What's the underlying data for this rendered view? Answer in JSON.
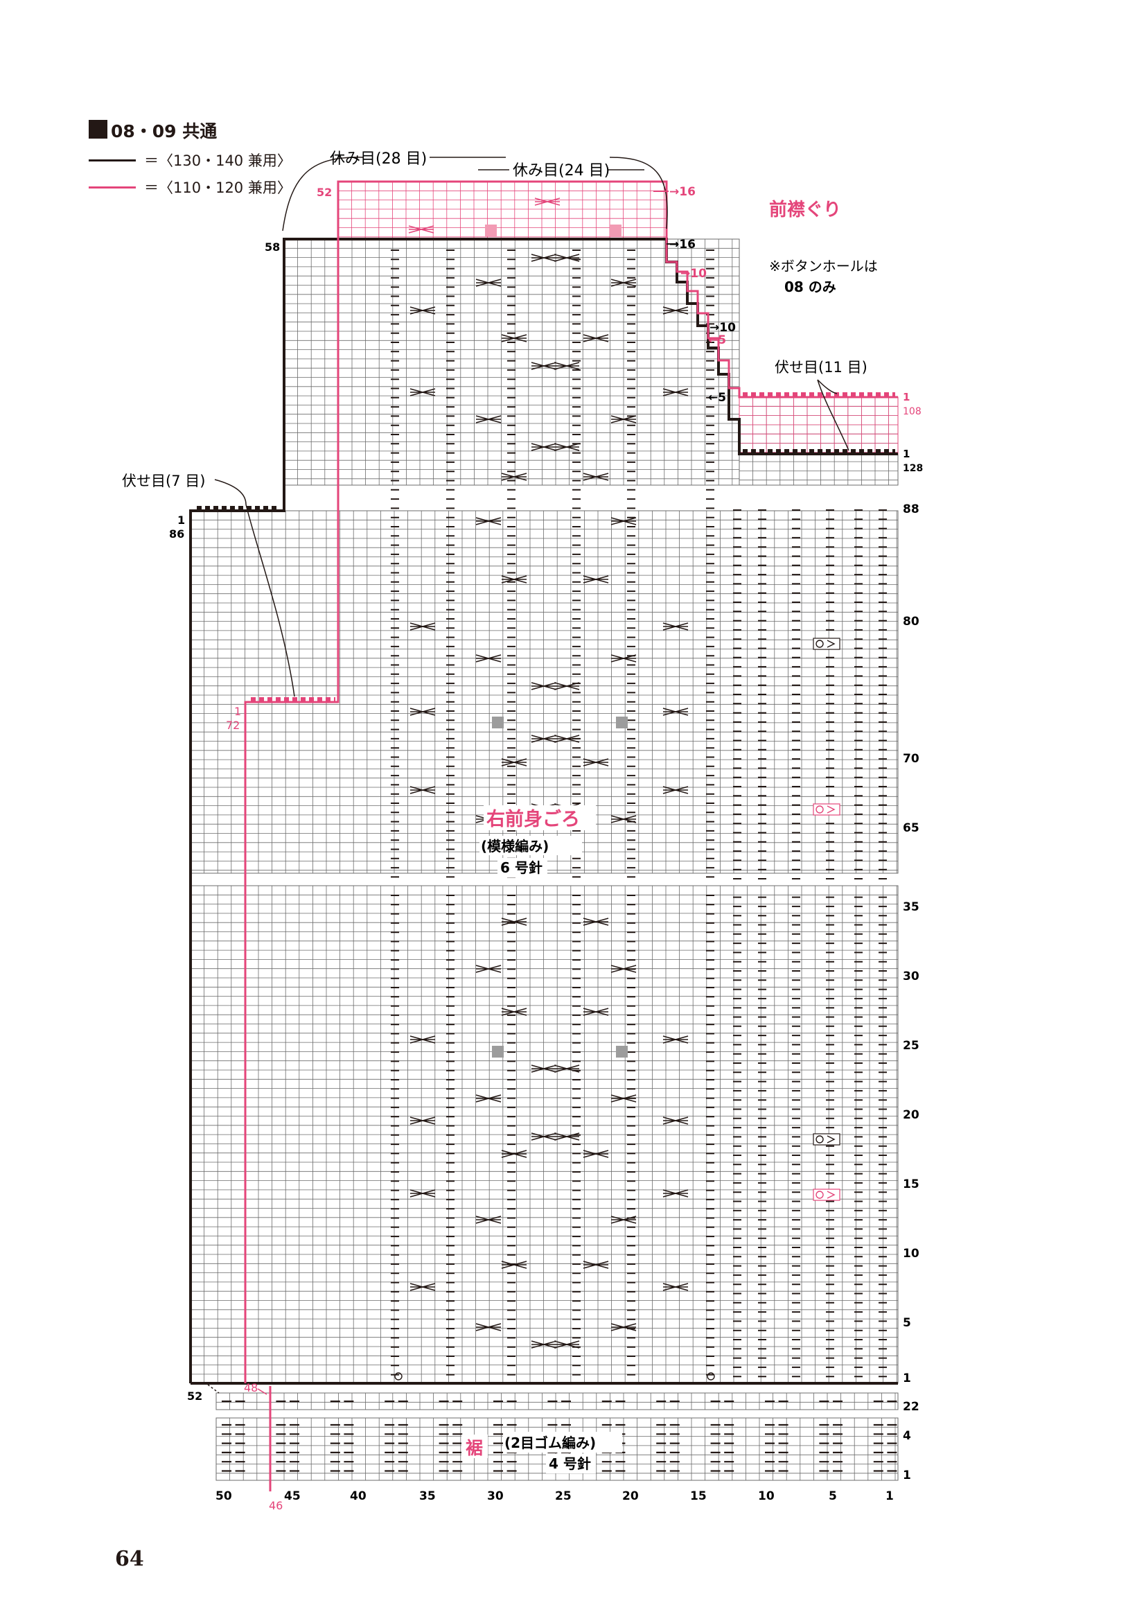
{
  "header": {
    "title": "08・09 共通",
    "legend": [
      {
        "text": "＝〈130・140 兼用〉",
        "color": "#231815"
      },
      {
        "text": "＝〈110・120 兼用〉",
        "color": "#e4457a"
      }
    ]
  },
  "colors": {
    "black": "#231815",
    "pink": "#e4457a",
    "grid": "#6b6b6b",
    "gray": "#9c9c9c",
    "pinkFill": "#f29bb4"
  },
  "labels": {
    "rest_28": "休み目(28 目)",
    "rest_24": "休み目(24 目)",
    "bind_11": "伏せ目(11 目)",
    "bind_7": "伏せ目(7 目)",
    "neckline": "前襟ぐり",
    "button_note_1": "※ボタンホールは",
    "button_note_2": "08 のみ",
    "piece_name": "右前身ごろ",
    "pattern": "(模様編み)",
    "needle_main": "6 号針",
    "hem": "裾",
    "rib": "(2目ゴム編み)",
    "needle_rib": "4 号針"
  },
  "chart_annotations": {
    "n52": "52",
    "n58": "58",
    "n16a": "→16",
    "n16b": "→16",
    "n10a": "→10",
    "n10b": "→10",
    "n5a": "←5",
    "n5b": "←5",
    "n1a": "1",
    "n108": "108",
    "n1b": "1",
    "n128": "128",
    "n1c": "1",
    "n86": "86",
    "n1d": "1",
    "n72": "72",
    "n52b": "52",
    "n48": "48",
    "n46": "46"
  },
  "row_numbers": [
    "88",
    "80",
    "70",
    "65",
    "35",
    "30",
    "25",
    "20",
    "15",
    "10",
    "5",
    "1",
    "22",
    "4",
    "1"
  ],
  "column_numbers": [
    "50",
    "45",
    "40",
    "35",
    "30",
    "25",
    "20",
    "15",
    "10",
    "5",
    "1"
  ],
  "page_number": "64"
}
